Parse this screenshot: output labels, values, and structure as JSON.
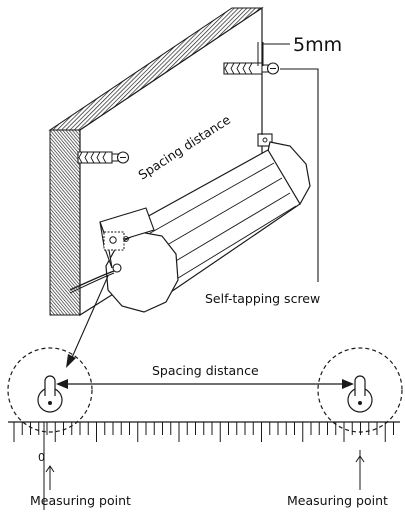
{
  "diagram": {
    "labels": {
      "gap": "5mm",
      "spacing_wall": "Spacing distance",
      "spacing_scale": "Spacing distance",
      "screw": "Self-tapping screw",
      "zero": "0",
      "measuring_left": "Measuring point",
      "measuring_right": "Measuring point"
    },
    "colors": {
      "line": "#1a1a1a",
      "wall_face": "#ffffff",
      "background": "#ffffff"
    }
  }
}
